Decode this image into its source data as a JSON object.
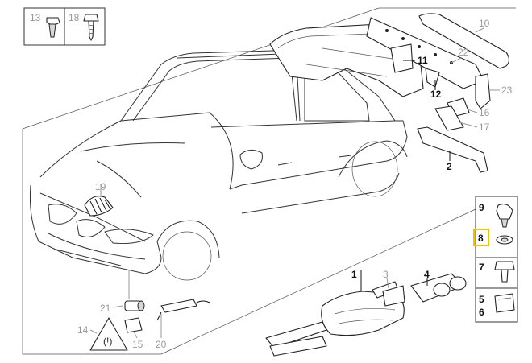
{
  "diagram": {
    "callouts": [
      {
        "id": "c13",
        "text": "13",
        "style": "grey"
      },
      {
        "id": "c18",
        "text": "18",
        "style": "grey"
      },
      {
        "id": "c10",
        "text": "10",
        "style": "grey"
      },
      {
        "id": "c11",
        "text": "11",
        "style": "dark"
      },
      {
        "id": "c22",
        "text": "22",
        "style": "grey"
      },
      {
        "id": "c12",
        "text": "12",
        "style": "dark"
      },
      {
        "id": "c23",
        "text": "23",
        "style": "grey"
      },
      {
        "id": "c16",
        "text": "16",
        "style": "grey"
      },
      {
        "id": "c17",
        "text": "17",
        "style": "grey"
      },
      {
        "id": "c2",
        "text": "2",
        "style": "dark"
      },
      {
        "id": "c19",
        "text": "19",
        "style": "grey"
      },
      {
        "id": "c1",
        "text": "1",
        "style": "dark"
      },
      {
        "id": "c3",
        "text": "3",
        "style": "grey"
      },
      {
        "id": "c4",
        "text": "4",
        "style": "dark"
      },
      {
        "id": "c9",
        "text": "9",
        "style": "dark"
      },
      {
        "id": "c8",
        "text": "8",
        "style": "dark",
        "highlighted": true
      },
      {
        "id": "c7",
        "text": "7",
        "style": "dark"
      },
      {
        "id": "c5",
        "text": "5",
        "style": "dark"
      },
      {
        "id": "c6",
        "text": "6",
        "style": "dark"
      },
      {
        "id": "c21",
        "text": "21",
        "style": "grey"
      },
      {
        "id": "c14",
        "text": "14",
        "style": "grey"
      },
      {
        "id": "c15",
        "text": "15",
        "style": "grey"
      },
      {
        "id": "c20",
        "text": "20",
        "style": "grey"
      }
    ],
    "colors": {
      "highlight_box": "#f2c200",
      "dark_label": "#111111",
      "grey_label": "#9a9a9a",
      "frame": "#555555"
    }
  }
}
